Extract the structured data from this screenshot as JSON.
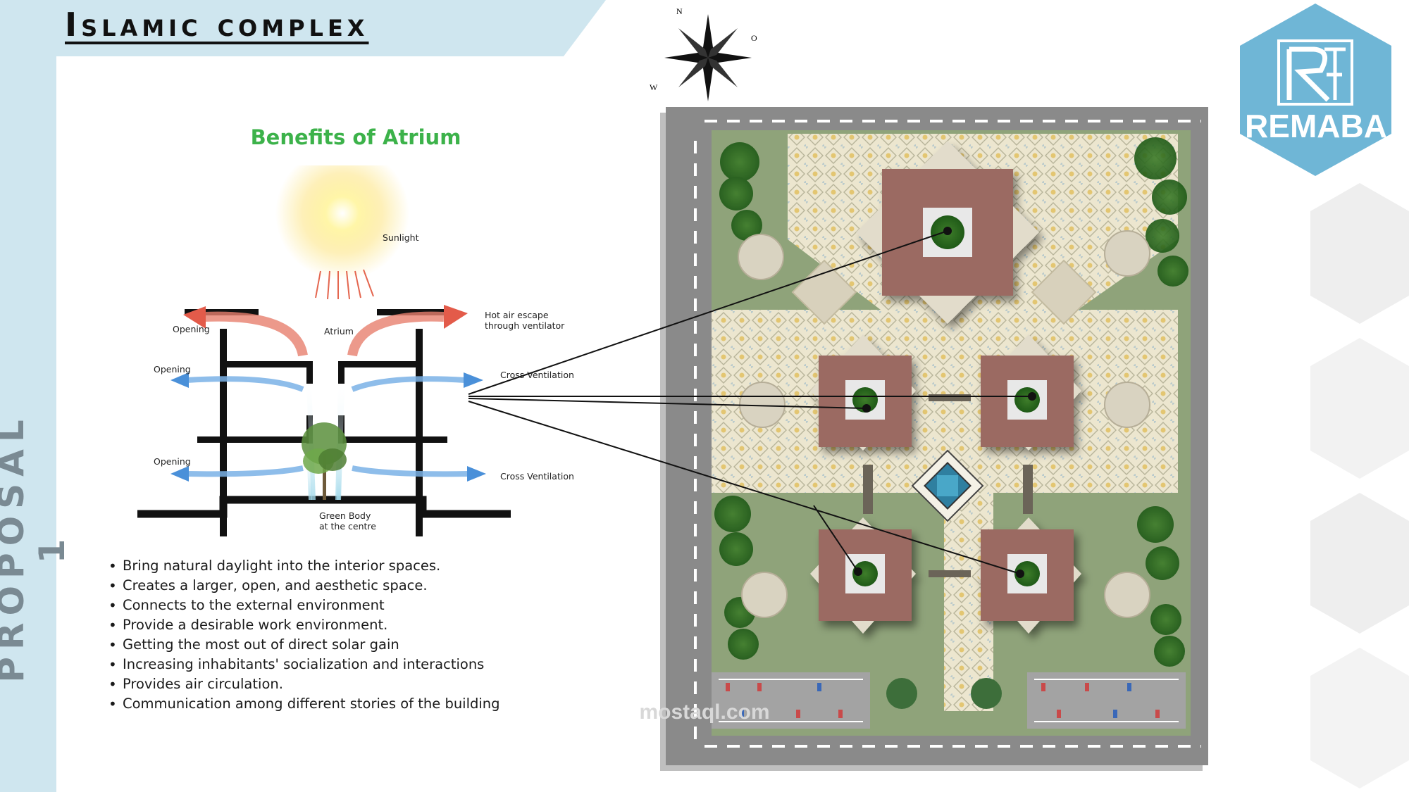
{
  "header": {
    "title": "Islamic complex"
  },
  "side_label": "PROPOSAL 1",
  "logo": {
    "text": "REMABA",
    "color": "#6fb6d6"
  },
  "atrium": {
    "title": "Benefits of Atrium",
    "labels": {
      "sunlight": "Sunlight",
      "atrium": "Atrium",
      "opening_top": "Opening",
      "opening_mid": "Opening",
      "opening_bottom": "Opening",
      "hot_air_1": "Hot air escape",
      "hot_air_2": "through ventilator",
      "cross_vent_1": "Cross Ventilation",
      "cross_vent_2": "Cross Ventilation",
      "green_body_1": "Green Body",
      "green_body_2": "at the centre"
    }
  },
  "benefits": [
    "Bring natural daylight into the interior spaces.",
    "Creates a larger, open, and aesthetic space.",
    "Connects to the external environment",
    "Provide a desirable work environment.",
    "Getting the most out of direct solar gain",
    "Increasing inhabitants' socialization and interactions",
    "Provides air circulation.",
    "Communication among different stories of the building"
  ],
  "compass": {
    "n": "N",
    "o": "O",
    "w": "W"
  },
  "watermark": "mostaql.com",
  "colors": {
    "accent_blue": "#cfe6ef",
    "title_green": "#3cb24a",
    "hot_air": "#e35b4a",
    "cool_air": "#4a90d9",
    "roof": "#9b6b62",
    "grass": "#8fa37a"
  }
}
